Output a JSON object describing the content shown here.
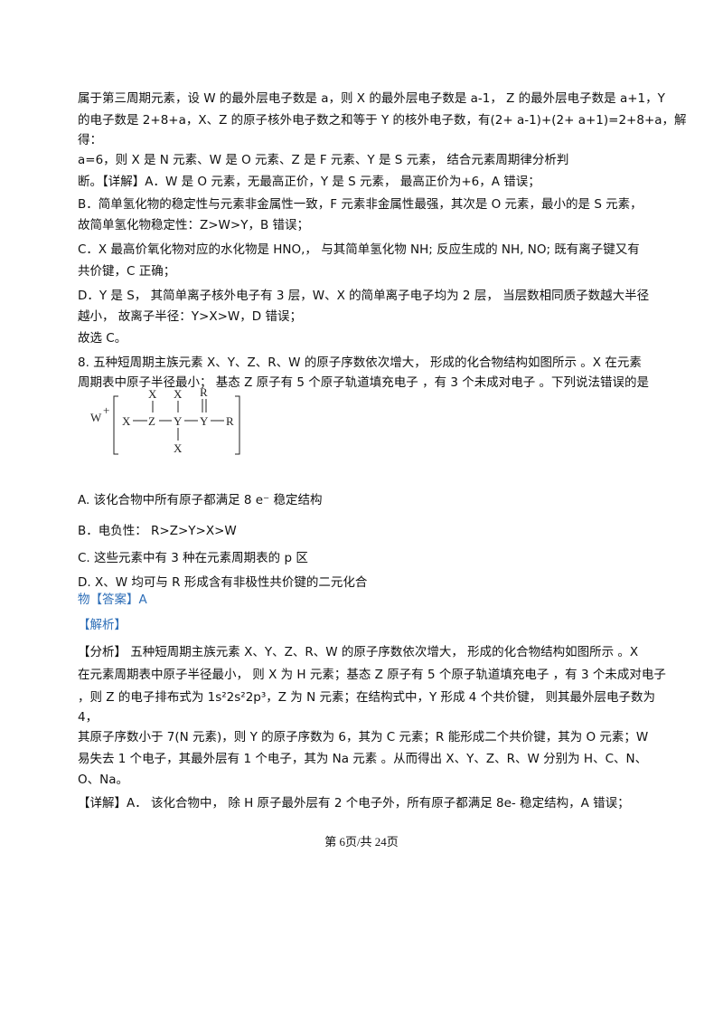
{
  "lines": [
    "属于第三周期元素，设 W 的最外层电子数是 a，则 X 的最外层电子数是 a-1，  Z 的最外层电子数是 a+1，Y",
    "的电子数是 2+8+a，X、Z 的原子核外电子数之和等于 Y 的核外电子数，有(2+ a-1)+(2+ a+1)=2+8+a，解",
    "得：",
    "a=6，则 X 是 N 元素、W 是 O 元素、Z 是 F 元素、Y 是 S 元素， 结合元素周期律分析判",
    "断。【详解】A．W 是 O 元素，无最高正价，Y 是 S 元素， 最高正价为+6，A 错误；",
    "B．简单氢化物的稳定性与元素非金属性一致，F 元素非金属性最强，其次是 O 元素，最小的是 S 元素，",
    "故简单氢化物稳定性：Z>W>Y，B 错误；",
    "C．X 最高价氧化物对应的水化物是 HNO,， 与其简单氢化物 NH; 反应生成的 NH, NO; 既有离子键又有",
    "共价键，C 正确；",
    "D．Y 是 S， 其简单离子核外电子有 3 层，W、X 的简单离子电子均为 2 层， 当层数相同质子数越大半径",
    "越小， 故离子半径：Y>X>W，D 错误；",
    "故选 C。",
    "8. 五种短周期主族元素 X、Y、Z、R、W 的原子序数依次增大， 形成的化合物结构如图所示 。X 在元素",
    "周期表中原子半径最小； 基态 Z 原子有 5 个原子轨道填充电子 ，有 3 个未成对电子 。下列说法错误的是",
    "A. 该化合物中所有原子都满足 8 e⁻ 稳定结构",
    "B．电负性： R>Z>Y>X>W",
    "C. 这些元素中有 3 种在元素周期表的 p 区",
    "D. X、W 均可与 R 形成含有非极性共价键的二元化合",
    "物【答案】A",
    "【解析】",
    "【分析】 五种短周期主族元素 X、Y、Z、R、W 的原子序数依次增大， 形成的化合物结构如图所示 。X",
    "在元素周期表中原子半径最小， 则 X 为 H 元素；基态 Z 原子有 5 个原子轨道填充电子 ，有 3 个未成对电子",
    "，则 Z 的电子排布式为 1s²2s²2p³，Z 为 N 元素；在结构式中，Y 形成 4 个共价键， 则其最外层电子数为",
    "4，",
    "其原子序数小于 7(N 元素)，则 Y 的原子序数为 6，其为 C 元素；R 能形成二个共价键，其为 O 元素；W",
    "易失去 1 个电子，其最外层有 1 个电子，其为 Na 元素 。从而得出 X、Y、Z、R、W 分别为 H、C、N、",
    "O、Na。",
    "【详解】A． 该化合物中， 除 H 原子最外层有 2 个电子外，所有原子都满足 8e- 稳定结构，A 错误；"
  ],
  "structure": {
    "cation": "W",
    "cation_charge": "+",
    "atoms": [
      "X",
      "Z",
      "Y",
      "Y",
      "R",
      "X",
      "X",
      "R",
      "X"
    ]
  },
  "footer": "第 6页/共 24页"
}
